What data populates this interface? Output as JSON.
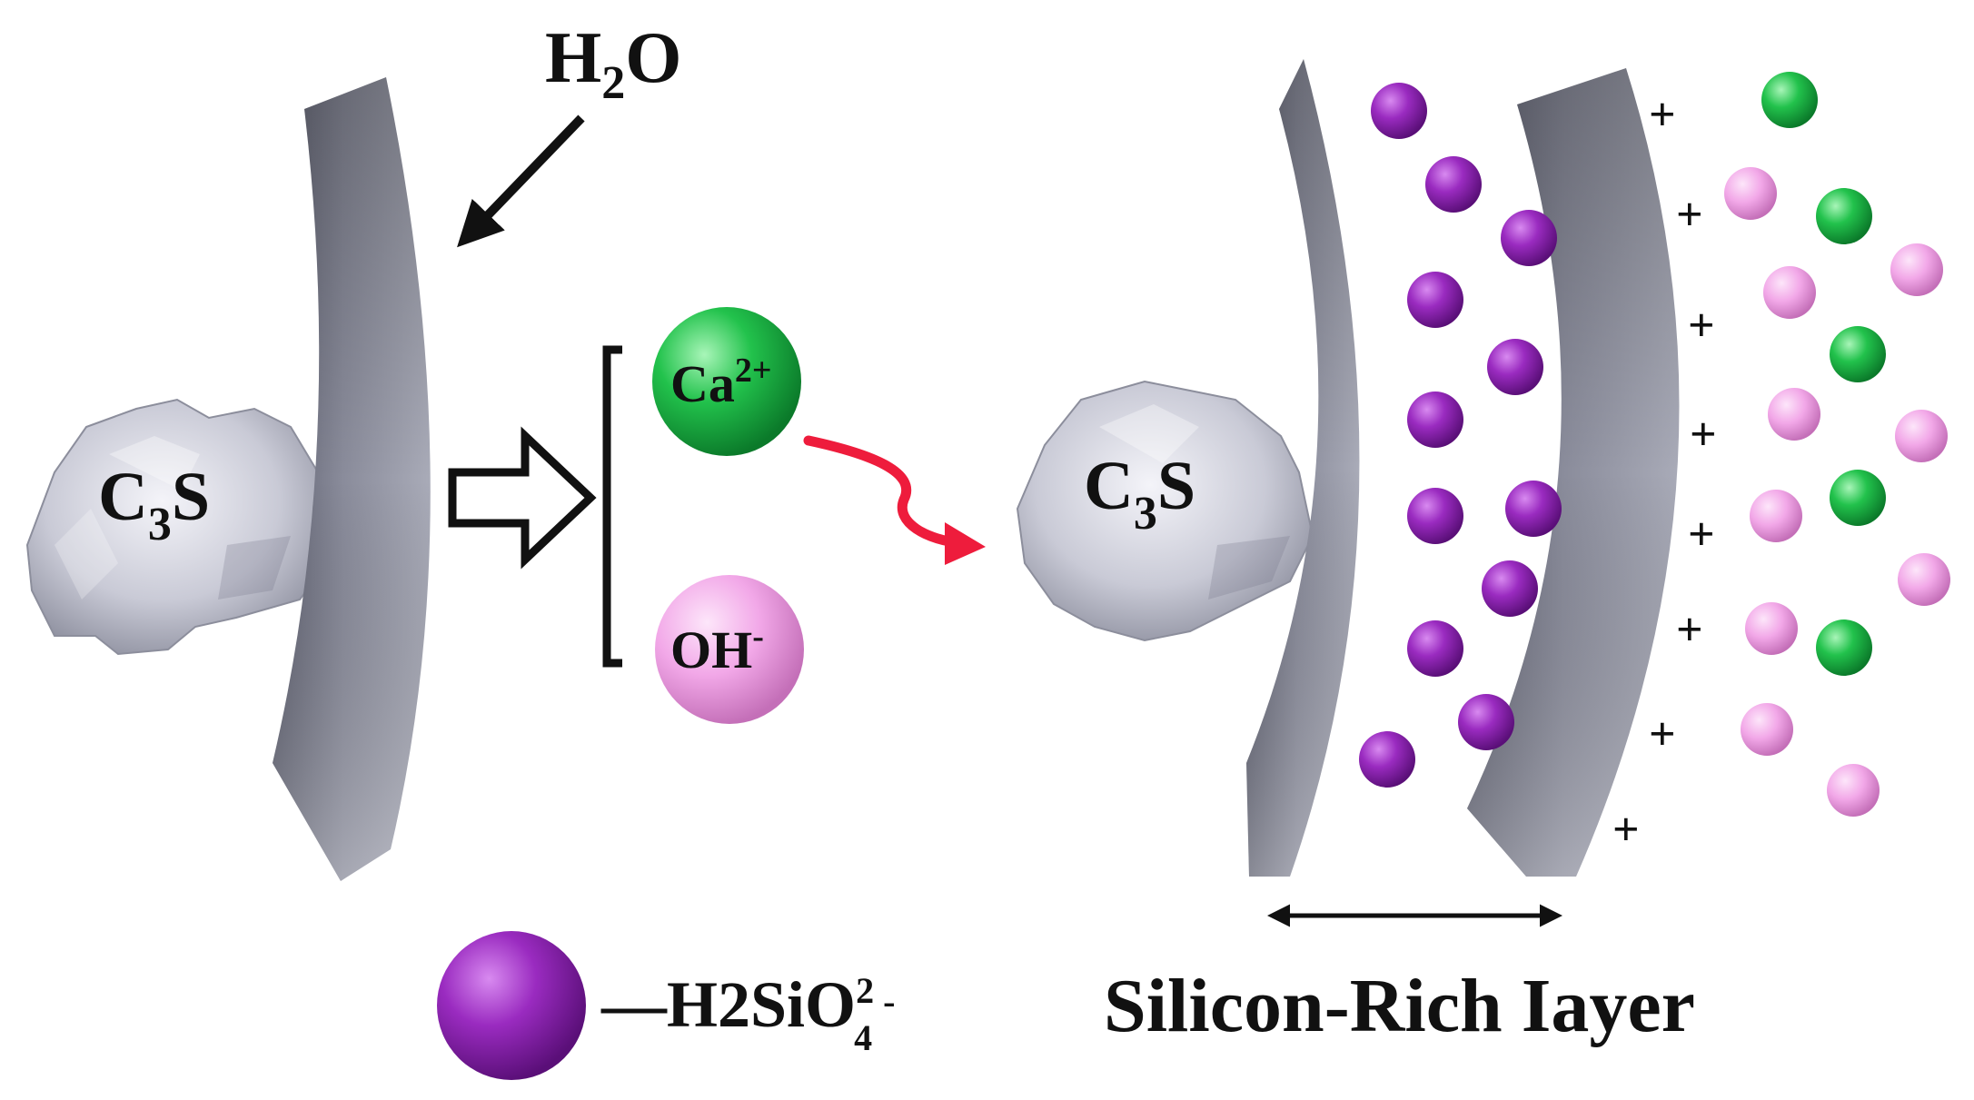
{
  "labels": {
    "water": {
      "main": "H",
      "sub": "2",
      "tail": "O"
    },
    "c3s_left": {
      "main": "C",
      "sub": "3",
      "tail": "S"
    },
    "c3s_right": {
      "main": "C",
      "sub": "3",
      "tail": "S"
    },
    "calcium_ion": {
      "main": "Ca",
      "sup": "2+"
    },
    "hydroxide_ion": {
      "main": "OH",
      "sup": "-"
    },
    "silicate_legend": {
      "dash": "—",
      "main": "H2SiO",
      "sup": "2",
      "sub": "4",
      "charge": "-"
    },
    "layer_title": "Silicon-Rich Iayer",
    "plus_sign": "+"
  },
  "colors": {
    "silicate": "#8a1fae",
    "calcium": "#1fc24a",
    "hydroxide": "#f0a6e6",
    "shell": "#7d7f8e",
    "reaction_arrow": "#ee1c3c"
  },
  "icons": {
    "particle": "c3s-particle-icon",
    "shell": "curved-shell-icon",
    "hollow_arrow": "hollow-right-arrow-icon",
    "bracket": "left-bracket-icon"
  }
}
